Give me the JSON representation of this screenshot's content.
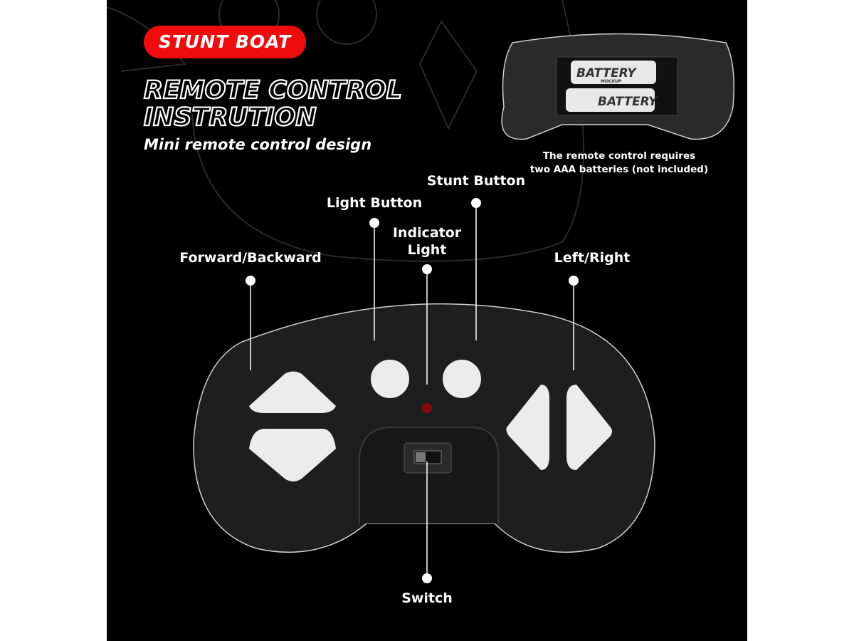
{
  "badge": "STUNT BOAT",
  "title_line1": "REMOTE CONTROL",
  "title_line2": "INSTRUTION",
  "subtitle": "Mini remote control design",
  "battery_note": {
    "line1": "The remote control requires",
    "line2": "two AAA batteries (not included)",
    "battery_brand": "BATTERY",
    "battery_sub": "MOCKUP"
  },
  "labels": {
    "forward_backward": "Forward/Backward",
    "light_button": "Light Button",
    "indicator_line1": "Indicator",
    "indicator_line2": "Light",
    "stunt_button": "Stunt Button",
    "left_right": "Left/Right",
    "switch": "Switch"
  },
  "colors": {
    "accent": "#f00c0c",
    "background": "#000000",
    "button": "#f0f0f0",
    "indicator": "#8a0a0a"
  }
}
